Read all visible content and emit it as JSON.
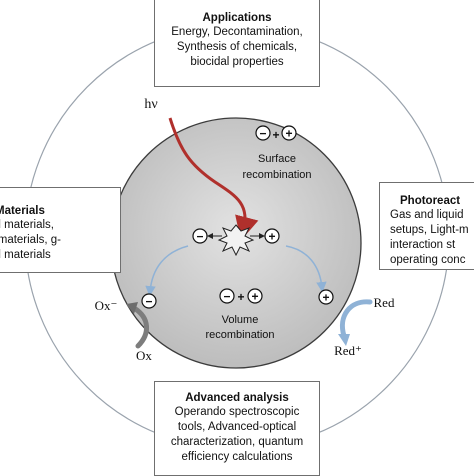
{
  "applications": {
    "title": "Applications",
    "lines": [
      "Energy, Decontamination,",
      "Synthesis of chemicals,",
      "biocidal properties"
    ]
  },
  "materials": {
    "title": "Materials",
    "lines": [
      "ased materials,",
      "sed materials, g-",
      "ased materials"
    ]
  },
  "photoreactors": {
    "title": "Photoreact",
    "lines": [
      "Gas and liquid",
      "setups, Light-m",
      "interaction st",
      "operating conc"
    ]
  },
  "advanced_analysis": {
    "title": "Advanced analysis",
    "lines": [
      "Operando spectroscopic",
      "tools, Advanced-optical",
      "characterization, quantum",
      "efficiency calculations"
    ]
  },
  "particle": {
    "light_label": "hν",
    "surface_label_1": "Surface",
    "surface_label_2": "recombination",
    "volume_label_1": "Volume",
    "volume_label_2": "recombination",
    "minus": "−",
    "plus": "+",
    "ox_minus": "Ox⁻",
    "ox": "Ox",
    "red": "Red",
    "red_plus": "Red⁺"
  },
  "colors": {
    "light_arrow": "#b0302c",
    "particle_fill": "#d4d4d4",
    "particle_stroke": "#404040",
    "blue_arrow": "#8fb2d6",
    "gray_arrow": "#7a7a7a",
    "outer_ring": "#9aa3ad"
  }
}
